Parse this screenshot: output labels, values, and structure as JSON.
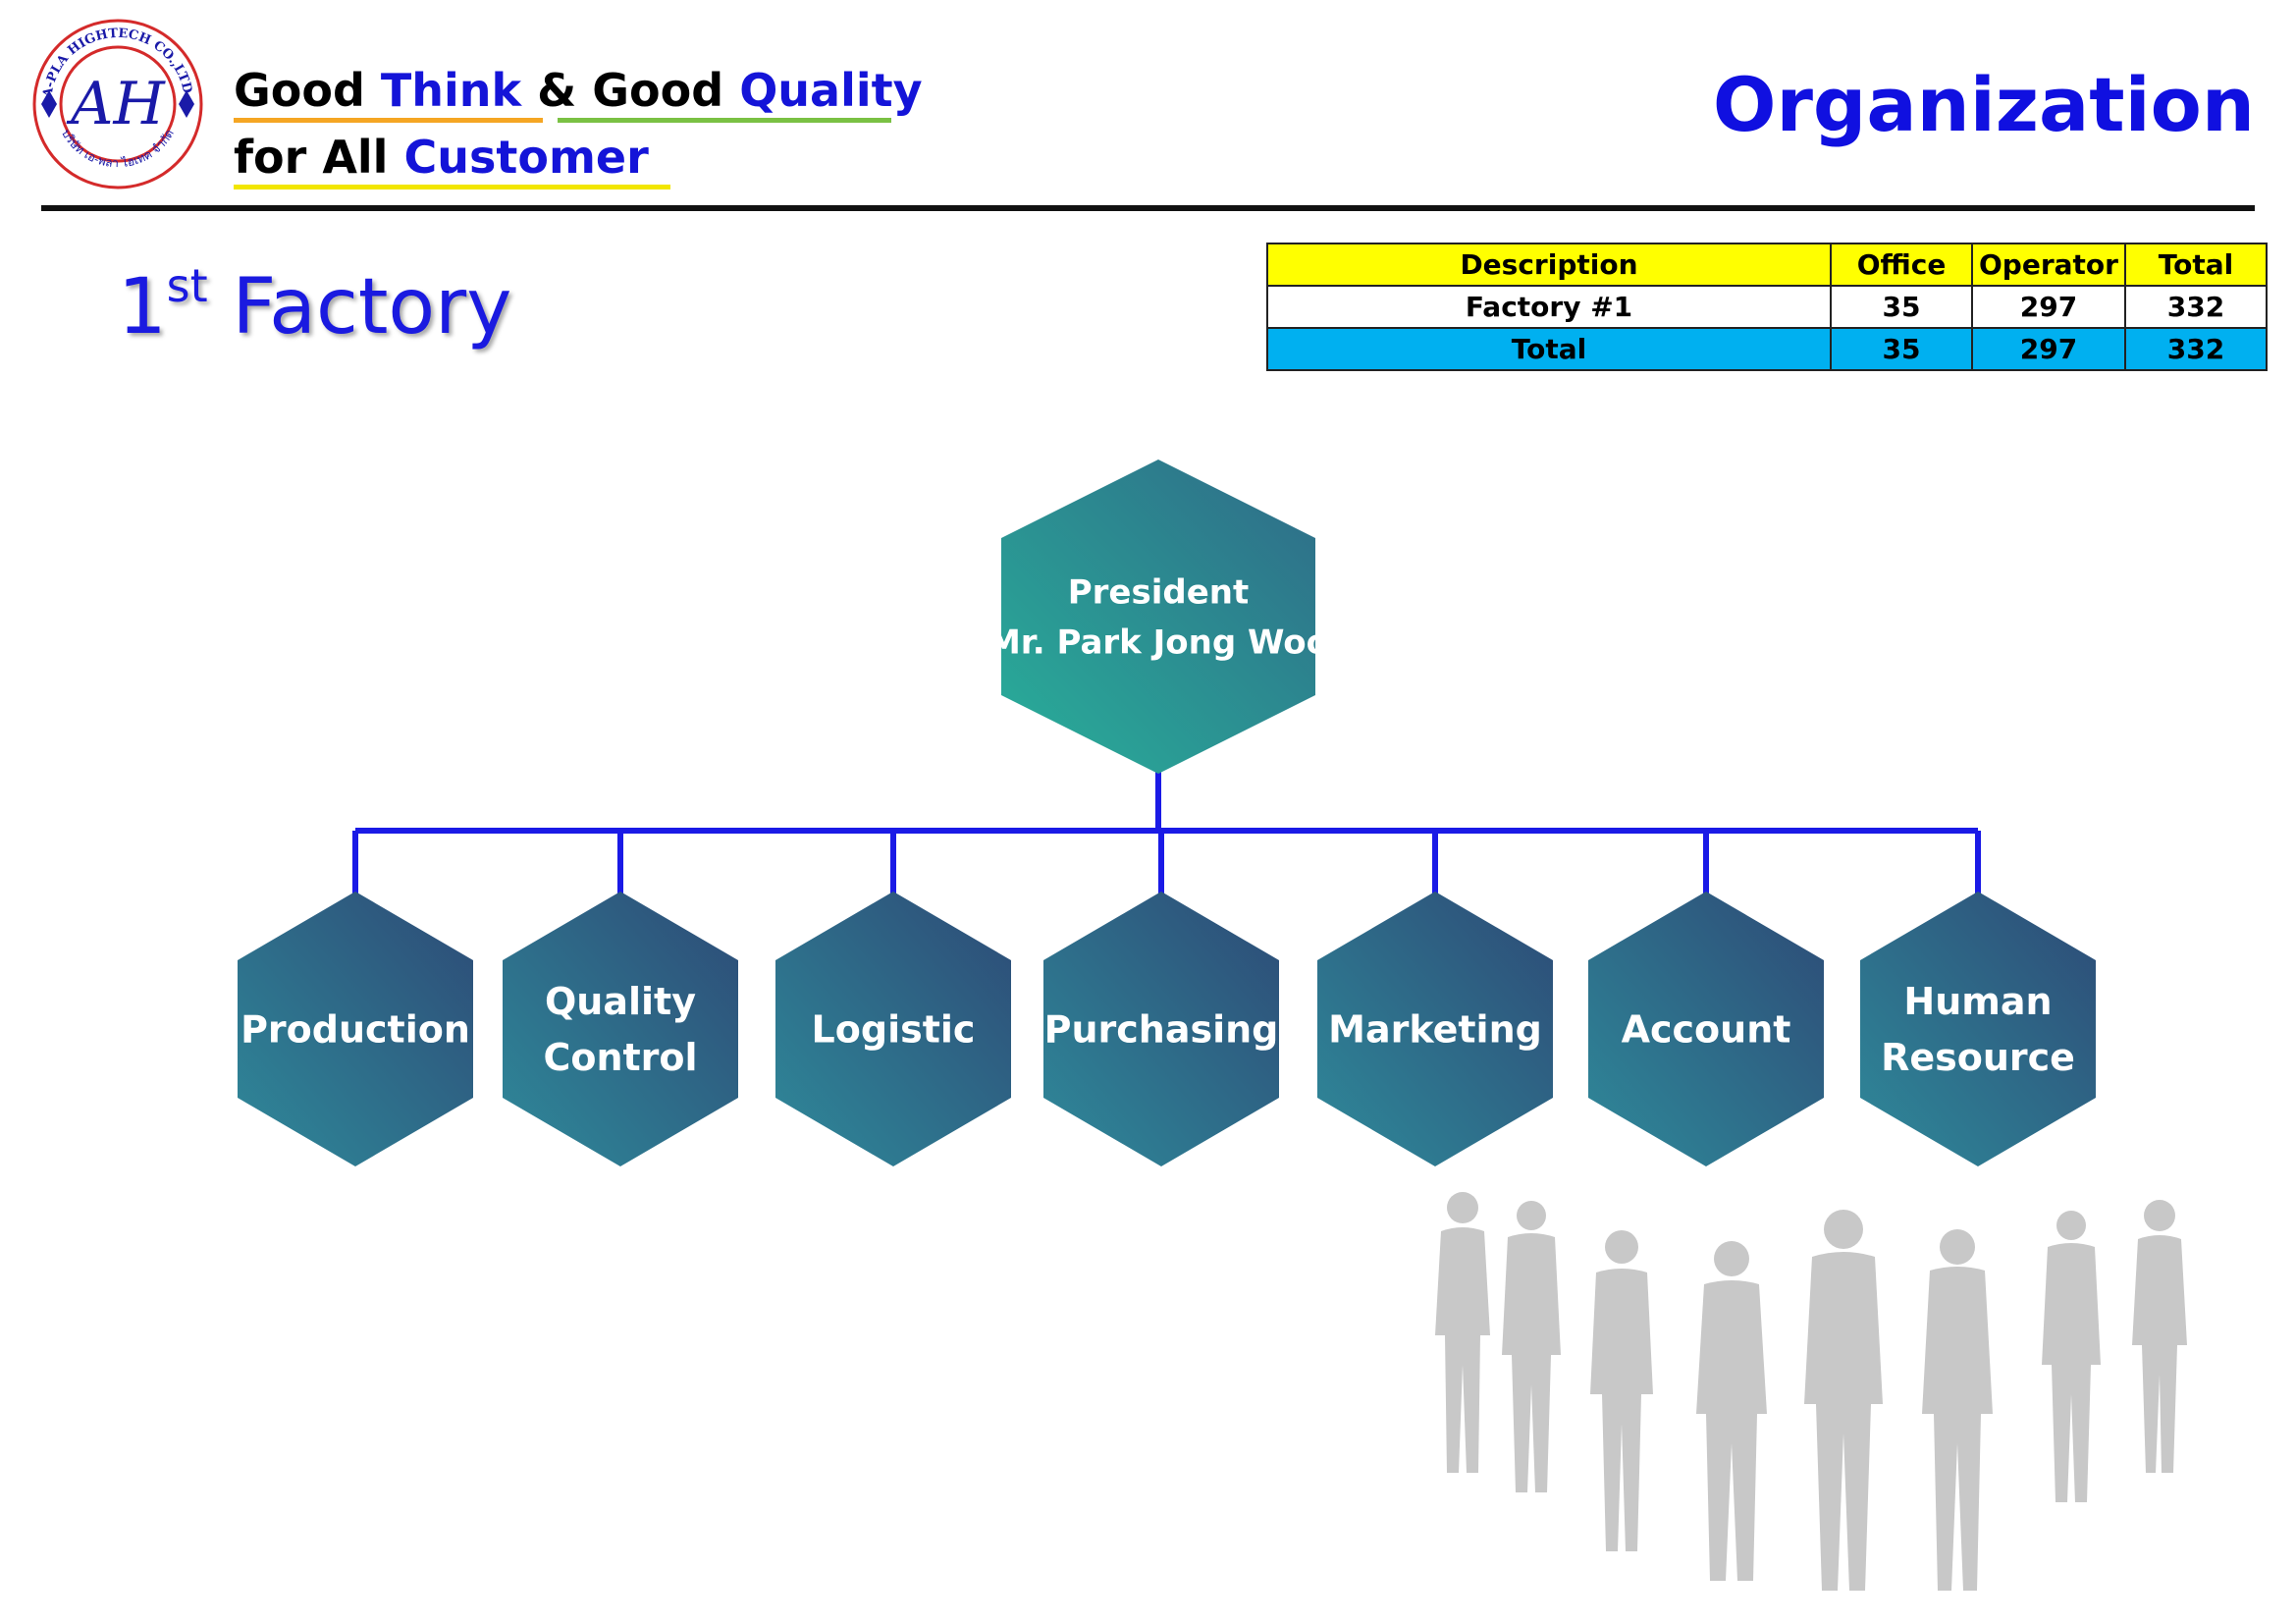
{
  "logo": {
    "initials": "AH",
    "ring_top": "A-PLA HIGHTECH CO.,LTD.",
    "ring_bottom": "บริษัท เอ-พลา ไฮเทค จำกัด"
  },
  "slogan": {
    "line1": [
      {
        "text": "Good ",
        "style": "black"
      },
      {
        "text": "Think",
        "style": "blue"
      },
      {
        "text": " & Good ",
        "style": "black"
      },
      {
        "text": "Quality",
        "style": "blue"
      }
    ],
    "line2": [
      {
        "text": "for All ",
        "style": "black"
      },
      {
        "text": "Customer",
        "style": "blue"
      }
    ]
  },
  "page_title": "Organization",
  "section": {
    "base": "1",
    "sup": "st",
    "rest": " Factory"
  },
  "summary_table": {
    "headers": [
      "Description",
      "Office",
      "Operator",
      "Total"
    ],
    "rows": [
      [
        "Factory #1",
        "35",
        "297",
        "332"
      ]
    ],
    "total_row": [
      "Total",
      "35",
      "297",
      "332"
    ]
  },
  "org": {
    "top": {
      "lines": [
        "President",
        "Mr. Park Jong Woo"
      ]
    },
    "departments": [
      {
        "lines": [
          "Production"
        ]
      },
      {
        "lines": [
          "Quality",
          "Control"
        ]
      },
      {
        "lines": [
          "Logistic"
        ]
      },
      {
        "lines": [
          "Purchasing"
        ]
      },
      {
        "lines": [
          "Marketing"
        ]
      },
      {
        "lines": [
          "Account"
        ]
      },
      {
        "lines": [
          "Human",
          "Resource"
        ]
      }
    ]
  },
  "colors": {
    "title_blue": "#1010e0",
    "connector": "#1a1ae6",
    "hex_top_a": "#2aa898",
    "hex_top_b": "#2e6e8a",
    "hex_dept_a": "#2f7f95",
    "hex_dept_b": "#2d4e78",
    "people": "#c8c8c8"
  }
}
